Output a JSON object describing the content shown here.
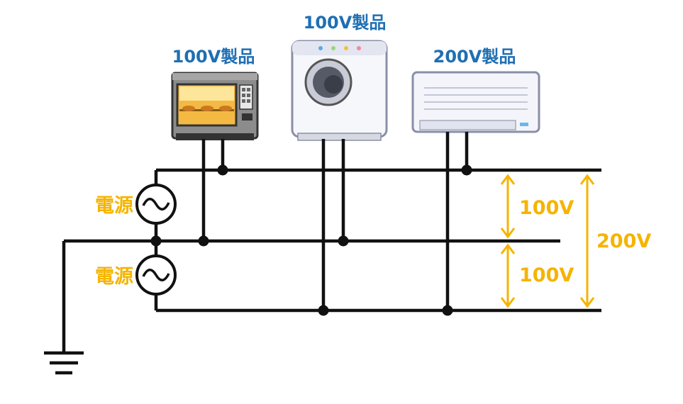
{
  "appliances": [
    {
      "label": "100V製品",
      "icon": "microwave-oven-icon"
    },
    {
      "label": "100V製品",
      "icon": "washing-machine-icon"
    },
    {
      "label": "200V製品",
      "icon": "air-conditioner-icon"
    }
  ],
  "sources": [
    {
      "label": "電源",
      "icon": "ac-source-icon"
    },
    {
      "label": "電源",
      "icon": "ac-source-icon"
    }
  ],
  "voltages": {
    "upper": "100V",
    "lower": "100V",
    "total": "200V"
  },
  "ground": {
    "icon": "ground-icon"
  },
  "colors": {
    "label": "#1f6fb3",
    "voltage": "#f5b400",
    "wire": "#111111"
  }
}
